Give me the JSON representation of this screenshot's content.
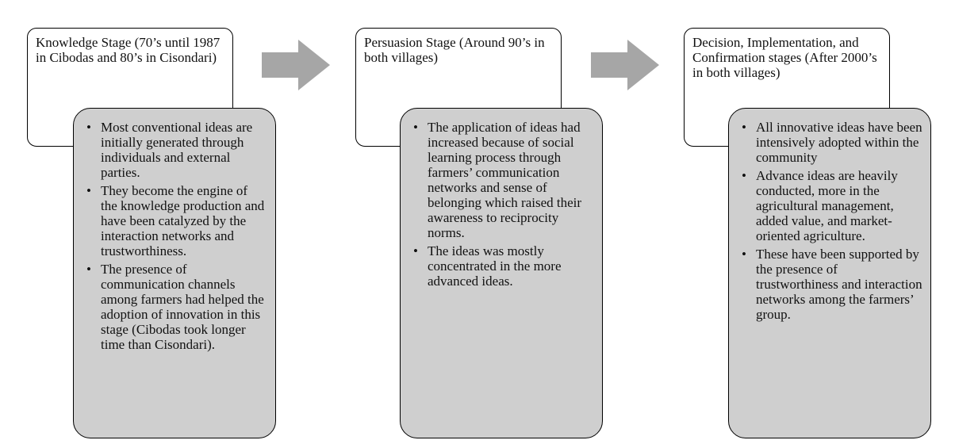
{
  "stages": [
    {
      "title": "Knowledge Stage (70’s until 1987 in Cibodas and 80’s in Cisondari)",
      "points": [
        "Most conventional ideas are initially generated through individuals and external parties.",
        "They become the engine of the knowledge production and have been catalyzed by the interaction networks and trustworthiness.",
        "The presence of communication channels among farmers had helped the adoption of innovation in this stage (Cibodas took longer time than Cisondari)."
      ]
    },
    {
      "title": "Persuasion Stage (Around 90’s in both villages)",
      "points": [
        "The application of ideas had increased because of social learning process through farmers’ communication networks and sense of belonging which raised their awareness to reciprocity norms.",
        "The ideas was mostly concentrated in the more advanced ideas."
      ]
    },
    {
      "title": "Decision, Implementation, and Confirmation stages (After 2000’s in both villages)",
      "points": [
        "All innovative ideas have been intensively adopted within the community",
        "Advance ideas are heavily conducted, more in the agricultural management, added value, and market-oriented agriculture.",
        "These have been supported by the presence of trustworthiness and interaction networks among the farmers’ group."
      ]
    }
  ],
  "colors": {
    "arrow": "#a6a6a6",
    "detail_fill": "#cfcfcf",
    "title_fill": "#ffffff",
    "border": "#000000"
  }
}
